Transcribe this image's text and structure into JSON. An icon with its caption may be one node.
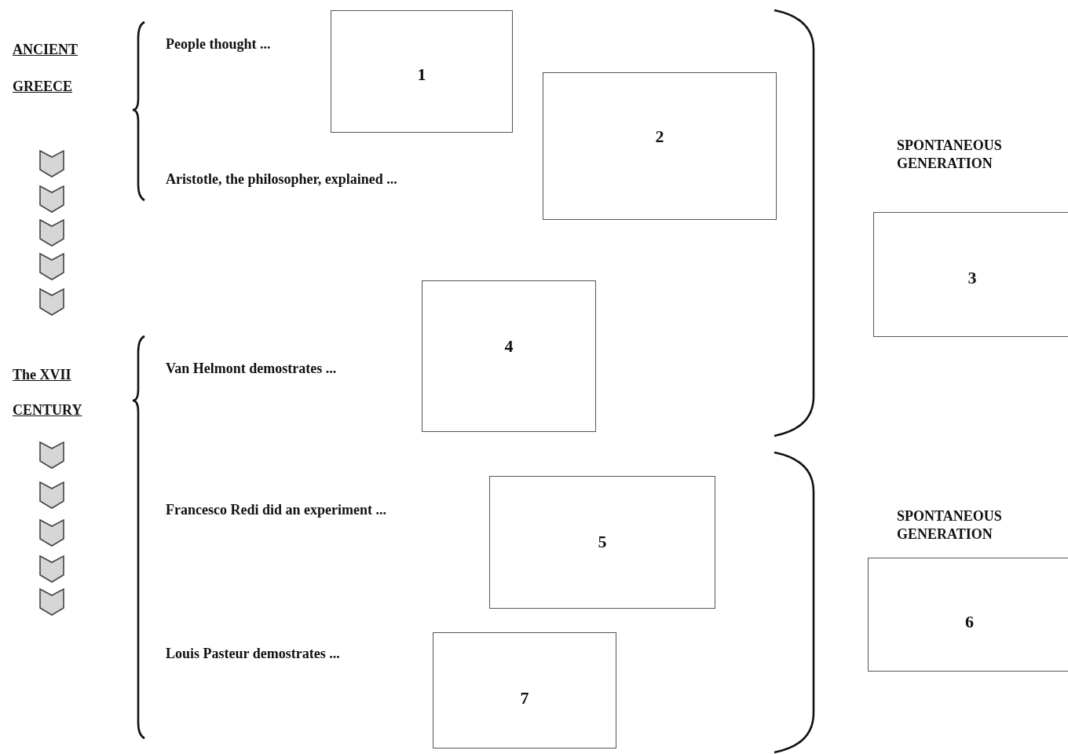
{
  "diagram": {
    "nodes": [
      {
        "text": [
          "1"
        ]
      },
      {
        "text": [
          "2"
        ]
      },
      {
        "text": [
          "3"
        ]
      },
      {
        "text": [
          "4"
        ]
      },
      {
        "text": [
          "5"
        ]
      },
      {
        "text": [
          "6"
        ]
      },
      {
        "text": [
          "7"
        ]
      }
    ],
    "labels": [
      "ANCIENT GREECE",
      "People thought ...",
      "SPONTANEOUS GENERATION",
      "Aristotle, the philosopher, explained ...",
      "The XVII CENTURY",
      "Van Helmont demostrates ...",
      "SPONTANEOUS GENERATION",
      "Francesco Redi did an experiment ...",
      "Louis Pasteur demostrates ..."
    ]
  }
}
